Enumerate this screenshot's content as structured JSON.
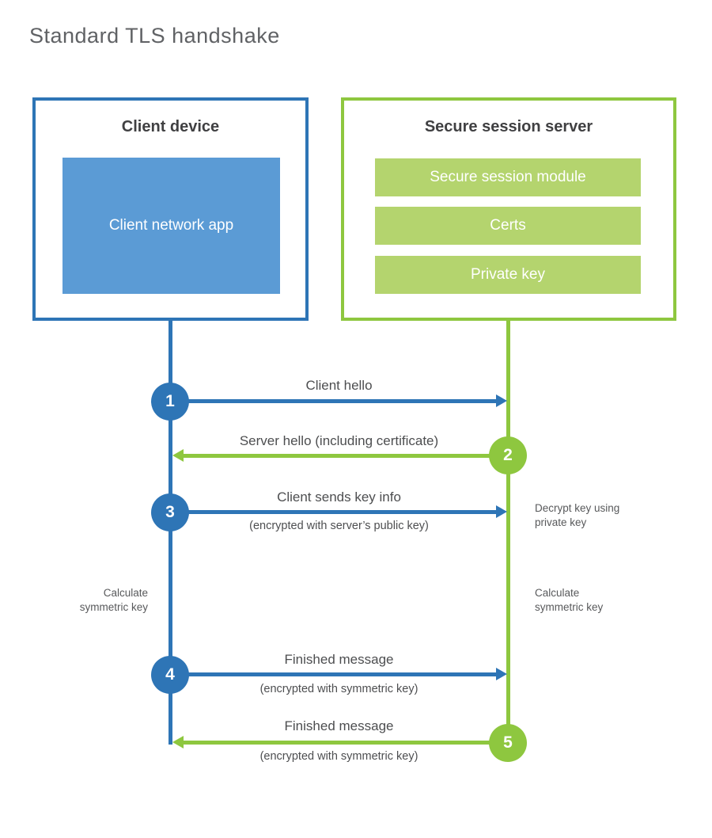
{
  "title": "Standard TLS handshake",
  "colors": {
    "blue": "#2e75b6",
    "blue_fill": "#5b9bd5",
    "green": "#8ec73f",
    "green_fill": "#b4d46e",
    "heading_text": "#404042",
    "label_text": "#4d4e50"
  },
  "client": {
    "title": "Client device",
    "app_label": "Client network app"
  },
  "server": {
    "title": "Secure session server",
    "modules": [
      "Secure session module",
      "Certs",
      "Private key"
    ]
  },
  "steps": [
    {
      "num": "1",
      "direction": "right",
      "color": "blue",
      "label": "Client hello",
      "sublabel": ""
    },
    {
      "num": "2",
      "direction": "left",
      "color": "green",
      "label": "Server hello (including certificate)",
      "sublabel": ""
    },
    {
      "num": "3",
      "direction": "right",
      "color": "blue",
      "label": "Client sends key info",
      "sublabel": "(encrypted with server’s public key)"
    },
    {
      "num": "4",
      "direction": "right",
      "color": "blue",
      "label": "Finished message",
      "sublabel": "(encrypted with symmetric key)"
    },
    {
      "num": "5",
      "direction": "left",
      "color": "green",
      "label": "Finished message",
      "sublabel": "(encrypted with symmetric key)"
    }
  ],
  "notes": {
    "decrypt": "Decrypt key using private key",
    "calc_left": "Calculate symmetric key",
    "calc_right": "Calculate symmetric key"
  }
}
